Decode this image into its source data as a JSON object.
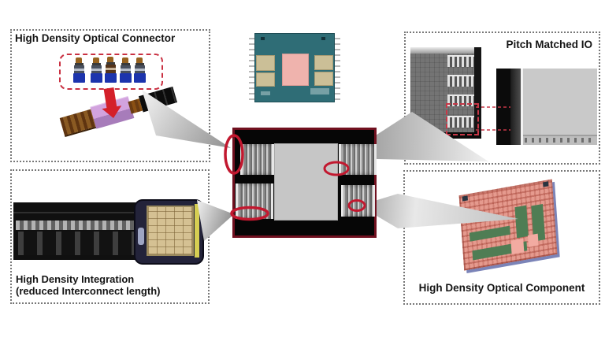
{
  "diagram": {
    "boxes": {
      "optical_connector": {
        "title": "High Density Optical Connector"
      },
      "pitch_matched_io": {
        "title": "Pitch Matched IO"
      },
      "integration": {
        "title_line1": "High Density Integration",
        "title_line2": "(reduced Interconnect length)"
      },
      "optical_component": {
        "title": "High Density Optical Component"
      }
    },
    "colors": {
      "highlight_red": "#c2182f",
      "arrow_red": "#d4202a",
      "dashed_red": "#c93041",
      "package_border": "#70101f",
      "board_teal": "#2f6d76",
      "board_pink": "#efb3ad",
      "pad_tan": "#cbbf97",
      "connector_blue": "#1c34ad",
      "chip_purple": "#c690d2",
      "optical_chip_salmon": "#e59a86",
      "beam_gray": "#c4c4c4"
    }
  }
}
